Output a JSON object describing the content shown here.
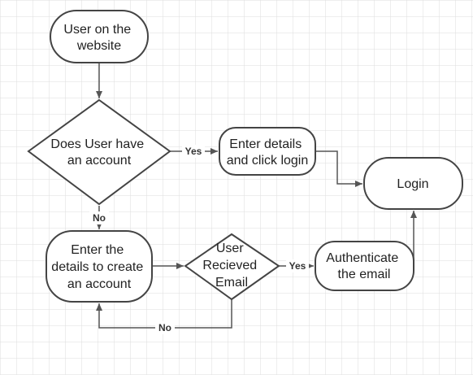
{
  "diagram": {
    "nodes": {
      "start": {
        "lines": [
          "User on the",
          "website"
        ]
      },
      "has_account": {
        "lines": [
          "Does User have",
          "an account"
        ]
      },
      "enter_details": {
        "lines": [
          "Enter details",
          "and click login"
        ]
      },
      "login": {
        "lines": [
          "Login"
        ]
      },
      "create_account": {
        "lines": [
          "Enter the",
          "details to create",
          "an account"
        ]
      },
      "received_email": {
        "lines": [
          "User",
          "Recieved",
          "Email"
        ]
      },
      "authenticate": {
        "lines": [
          "Authenticate",
          "the email"
        ]
      }
    },
    "edges": {
      "has_account_yes": "Yes",
      "has_account_no": "No",
      "received_email_yes": "Yes",
      "received_email_no": "No"
    }
  },
  "colors": {
    "stroke": "#444444",
    "grid": "#dddddd",
    "text": "#222222",
    "background": "#ffffff"
  }
}
